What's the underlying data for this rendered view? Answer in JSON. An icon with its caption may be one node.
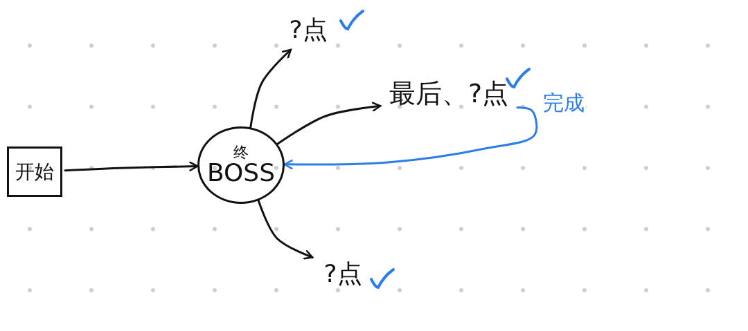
{
  "diagram": {
    "nodes": [
      {
        "text": [
          "开始"
        ]
      },
      {
        "text": [
          "终",
          "BOSS"
        ]
      },
      {
        "text": [
          "?点"
        ]
      },
      {
        "text": [
          "最后、?点"
        ]
      },
      {
        "text": [
          "?点"
        ]
      }
    ],
    "edges": [
      {
        "from": 0,
        "to": 1,
        "arrow": "to"
      },
      {
        "from": 1,
        "to": 2,
        "arrow": "to"
      },
      {
        "from": 1,
        "to": 3,
        "arrow": "to"
      },
      {
        "from": 1,
        "to": 4,
        "arrow": "to"
      },
      {
        "from": 3,
        "to": 1,
        "arrow": "to",
        "label": "完成",
        "color": "#2b7de9"
      }
    ]
  }
}
